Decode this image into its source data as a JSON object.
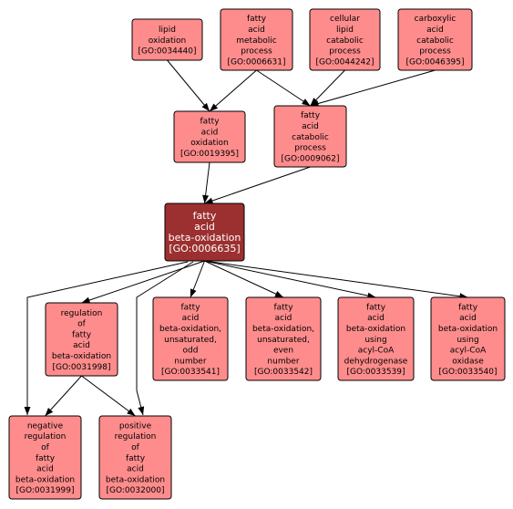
{
  "colors": {
    "node_fill": "#ff8c8c",
    "focus_fill": "#9c2f2f",
    "border": "#000000",
    "focus_text": "#ffffff"
  },
  "nodes": [
    {
      "id": "GO:0034440",
      "lines": [
        "lipid",
        "oxidation",
        "[GO:0034440]"
      ]
    },
    {
      "id": "GO:0006631",
      "lines": [
        "fatty",
        "acid",
        "metabolic",
        "process",
        "[GO:0006631]"
      ]
    },
    {
      "id": "GO:0044242",
      "lines": [
        "cellular",
        "lipid",
        "catabolic",
        "process",
        "[GO:0044242]"
      ]
    },
    {
      "id": "GO:0046395",
      "lines": [
        "carboxylic",
        "acid",
        "catabolic",
        "process",
        "[GO:0046395]"
      ]
    },
    {
      "id": "GO:0019395",
      "lines": [
        "fatty",
        "acid",
        "oxidation",
        "[GO:0019395]"
      ]
    },
    {
      "id": "GO:0009062",
      "lines": [
        "fatty",
        "acid",
        "catabolic",
        "process",
        "[GO:0009062]"
      ]
    },
    {
      "id": "GO:0006635",
      "focus": true,
      "lines": [
        "fatty",
        "acid",
        "beta-oxidation",
        "[GO:0006635]"
      ]
    },
    {
      "id": "GO:0031998",
      "lines": [
        "regulation",
        "of",
        "fatty",
        "acid",
        "beta-oxidation",
        "[GO:0031998]"
      ]
    },
    {
      "id": "GO:0033541",
      "lines": [
        "fatty",
        "acid",
        "beta-oxidation,",
        "unsaturated,",
        "odd",
        "number",
        "[GO:0033541]"
      ]
    },
    {
      "id": "GO:0033542",
      "lines": [
        "fatty",
        "acid",
        "beta-oxidation,",
        "unsaturated,",
        "even",
        "number",
        "[GO:0033542]"
      ]
    },
    {
      "id": "GO:0033539",
      "lines": [
        "fatty",
        "acid",
        "beta-oxidation",
        "using",
        "acyl-CoA",
        "dehydrogenase",
        "[GO:0033539]"
      ]
    },
    {
      "id": "GO:0033540",
      "lines": [
        "fatty",
        "acid",
        "beta-oxidation",
        "using",
        "acyl-CoA",
        "oxidase",
        "[GO:0033540]"
      ]
    },
    {
      "id": "GO:0031999",
      "lines": [
        "negative",
        "regulation",
        "of",
        "fatty",
        "acid",
        "beta-oxidation",
        "[GO:0031999]"
      ]
    },
    {
      "id": "GO:0032000",
      "lines": [
        "positive",
        "regulation",
        "of",
        "fatty",
        "acid",
        "beta-oxidation",
        "[GO:0032000]"
      ]
    }
  ],
  "edges": [
    {
      "from": "GO:0034440",
      "to": "GO:0019395"
    },
    {
      "from": "GO:0006631",
      "to": "GO:0019395"
    },
    {
      "from": "GO:0006631",
      "to": "GO:0009062"
    },
    {
      "from": "GO:0044242",
      "to": "GO:0009062"
    },
    {
      "from": "GO:0046395",
      "to": "GO:0009062"
    },
    {
      "from": "GO:0019395",
      "to": "GO:0006635"
    },
    {
      "from": "GO:0009062",
      "to": "GO:0006635"
    },
    {
      "from": "GO:0006635",
      "to": "GO:0031998"
    },
    {
      "from": "GO:0006635",
      "to": "GO:0033541"
    },
    {
      "from": "GO:0006635",
      "to": "GO:0033542"
    },
    {
      "from": "GO:0006635",
      "to": "GO:0033539"
    },
    {
      "from": "GO:0006635",
      "to": "GO:0033540"
    },
    {
      "from": "GO:0006635",
      "to": "GO:0031999"
    },
    {
      "from": "GO:0006635",
      "to": "GO:0032000"
    },
    {
      "from": "GO:0031998",
      "to": "GO:0031999"
    },
    {
      "from": "GO:0031998",
      "to": "GO:0032000"
    }
  ]
}
